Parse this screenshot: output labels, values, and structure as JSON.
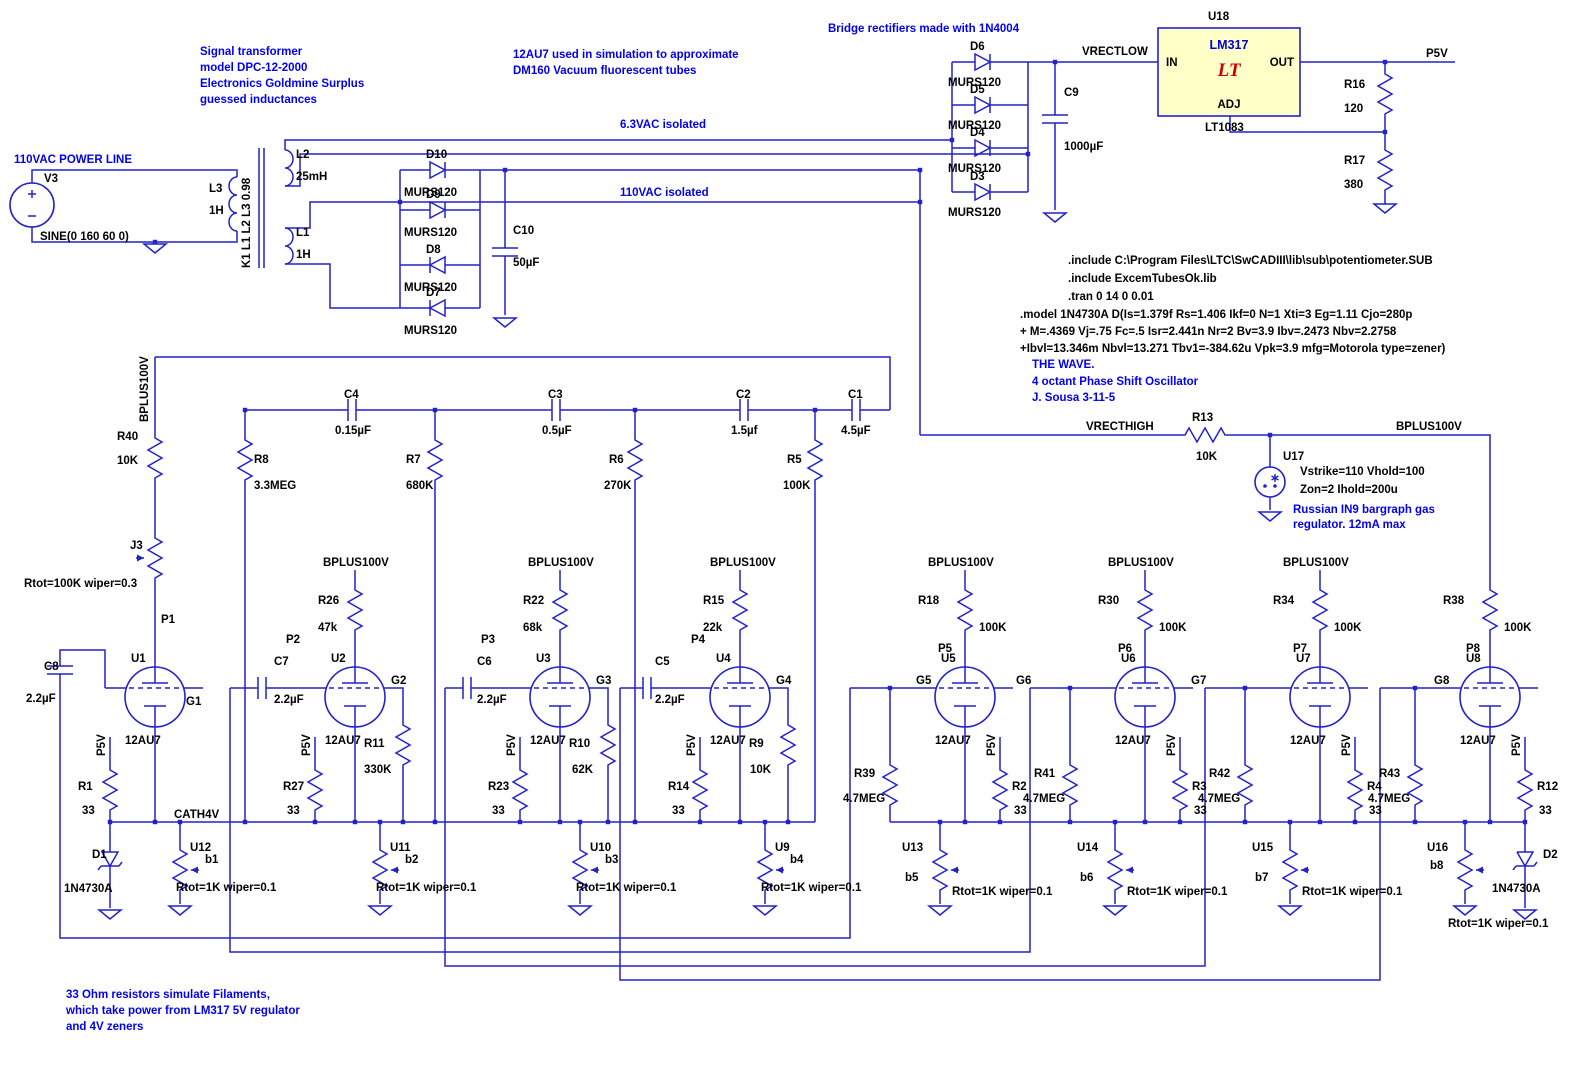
{
  "notes": {
    "transformer": [
      "Signal transformer",
      "model DPC-12-2000",
      "Electronics Goldmine Surplus",
      "guessed inductances"
    ],
    "tubes": [
      "12AU7 used in simulation to approximate",
      "DM160 Vacuum fluorescent tubes"
    ],
    "bridge": "Bridge rectifiers made with 1N4004",
    "power_line": "110VAC POWER LINE",
    "vac63": "6.3VAC isolated",
    "vac110": "110VAC isolated",
    "wave": [
      "THE WAVE.",
      "4 octant Phase Shift Oscillator",
      "J. Sousa 3-11-5"
    ],
    "gas": [
      "Russian IN9  bargraph gas",
      "regulator. 12mA max"
    ],
    "filaments": [
      "33 Ohm resistors simulate Filaments,",
      "which take power from LM317 5V regulator",
      "and 4V zeners"
    ]
  },
  "directives": [
    ".include C:\\Program Files\\LTC\\SwCADIII\\lib\\sub\\potentiometer.SUB",
    ".include ExcemTubesOk.lib",
    ".tran 0 14 0 0.01",
    ".model 1N4730A D(Is=1.379f Rs=1.406 Ikf=0 N=1 Xti=3 Eg=1.11 Cjo=280p",
    "+ M=.4369 Vj=.75 Fc=.5 Isr=2.441n Nr=2 Bv=3.9 Ibv=.2473 Nbv=2.2758",
    "+Ibvl=13.346m Nbvl=13.271 Tbv1=-384.62u Vpk=3.9 mfg=Motorola type=zener)"
  ],
  "nets": {
    "vrectlow": "VRECTLOW",
    "vrecthigh": "VRECTHIGH",
    "bplus": "BPLUS100V",
    "p5v": "P5V",
    "cath4v": "CATH4V",
    "p": [
      "P1",
      "P2",
      "P3",
      "P4",
      "P5",
      "P6",
      "P7",
      "P8"
    ],
    "g": [
      "G1",
      "G2",
      "G3",
      "G4",
      "G5",
      "G6",
      "G7",
      "G8"
    ],
    "b": [
      "b1",
      "b2",
      "b3",
      "b4",
      "b5",
      "b6",
      "b7",
      "b8"
    ]
  },
  "colors": {
    "wire": "#2222CC",
    "comment": "#0000F0",
    "regulator_fill": "#FFFFC8",
    "logo_red": "#CC0000"
  },
  "components": {
    "v3": {
      "name": "V3",
      "value": "SINE(0 160 60 0)"
    },
    "l3": {
      "name": "L3",
      "value": "1H"
    },
    "l2": {
      "name": "L2",
      "value": "25mH"
    },
    "l1": {
      "name": "L1",
      "value": "1H"
    },
    "k1": {
      "value": "K1 L1 L2 L3 0.98"
    },
    "d10": {
      "name": "D10",
      "value": "MURS120"
    },
    "d9": {
      "name": "D9",
      "value": "MURS120"
    },
    "d8": {
      "name": "D8",
      "value": "MURS120"
    },
    "d7": {
      "name": "D7",
      "value": "MURS120"
    },
    "d6": {
      "name": "D6",
      "value": "MURS120"
    },
    "d5": {
      "name": "D5",
      "value": "MURS120"
    },
    "d4": {
      "name": "D4",
      "value": "MURS120"
    },
    "d3": {
      "name": "D3",
      "value": "MURS120"
    },
    "c10": {
      "name": "C10",
      "value": "50µF"
    },
    "c9": {
      "name": "C9",
      "value": "1000µF"
    },
    "u18": {
      "name": "U18",
      "part": "LM317",
      "logo": "LT",
      "pin_in": "IN",
      "pin_out": "OUT",
      "pin_adj": "ADJ",
      "sub": "LT1083"
    },
    "r16": {
      "name": "R16",
      "value": "120"
    },
    "r17": {
      "name": "R17",
      "value": "380"
    },
    "r13": {
      "name": "R13",
      "value": "10K"
    },
    "u17": {
      "name": "U17",
      "line1": "Vstrike=110 Vhold=100",
      "line2": "Zon=2 Ihold=200u"
    },
    "r40": {
      "name": "R40",
      "value": "10K"
    },
    "j3": {
      "name": "J3",
      "value": "Rtot=100K wiper=0.3"
    },
    "c8": {
      "name": "C8",
      "value": "2.2µF"
    },
    "c4": {
      "name": "C4",
      "value": "0.15µF"
    },
    "c3": {
      "name": "C3",
      "value": "0.5µF"
    },
    "c2": {
      "name": "C2",
      "value": "1.5µf"
    },
    "c1": {
      "name": "C1",
      "value": "4.5µF"
    },
    "r8": {
      "name": "R8",
      "value": "3.3MEG"
    },
    "r7": {
      "name": "R7",
      "value": "680K"
    },
    "r6": {
      "name": "R6",
      "value": "270K"
    },
    "r5": {
      "name": "R5",
      "value": "100K"
    },
    "r26": {
      "name": "R26",
      "value": "47k"
    },
    "r22": {
      "name": "R22",
      "value": "68k"
    },
    "r15": {
      "name": "R15",
      "value": "22k"
    },
    "r18": {
      "name": "R18",
      "value": "100K"
    },
    "r30": {
      "name": "R30",
      "value": "100K"
    },
    "r34": {
      "name": "R34",
      "value": "100K"
    },
    "r38": {
      "name": "R38",
      "value": "100K"
    },
    "c7": {
      "name": "C7",
      "value": "2.2µF"
    },
    "c6": {
      "name": "C6",
      "value": "2.2µF"
    },
    "c5": {
      "name": "C5",
      "value": "2.2µF"
    },
    "u1": {
      "name": "U1",
      "value": "12AU7"
    },
    "u2": {
      "name": "U2",
      "value": "12AU7"
    },
    "u3": {
      "name": "U3",
      "value": "12AU7"
    },
    "u4": {
      "name": "U4",
      "value": "12AU7"
    },
    "u5": {
      "name": "U5",
      "value": "12AU7"
    },
    "u6": {
      "name": "U6",
      "value": "12AU7"
    },
    "u7": {
      "name": "U7",
      "value": "12AU7"
    },
    "u8": {
      "name": "U8",
      "value": "12AU7"
    },
    "r11": {
      "name": "R11",
      "value": "330K"
    },
    "r10": {
      "name": "R10",
      "value": "62K"
    },
    "r9": {
      "name": "R9",
      "value": "10K"
    },
    "r39": {
      "name": "R39",
      "value": "4.7MEG"
    },
    "r41": {
      "name": "R41",
      "value": "4.7MEG"
    },
    "r42": {
      "name": "R42",
      "value": "4.7MEG"
    },
    "r43": {
      "name": "R43",
      "value": "4.7MEG"
    },
    "r1": {
      "name": "R1",
      "value": "33"
    },
    "r27": {
      "name": "R27",
      "value": "33"
    },
    "r23": {
      "name": "R23",
      "value": "33"
    },
    "r14": {
      "name": "R14",
      "value": "33"
    },
    "r2": {
      "name": "R2",
      "value": "33"
    },
    "r3": {
      "name": "R3",
      "value": "33"
    },
    "r4": {
      "name": "R4",
      "value": "33"
    },
    "r12": {
      "name": "R12",
      "value": "33"
    },
    "d1": {
      "name": "D1",
      "value": "1N4730A"
    },
    "d2": {
      "name": "D2",
      "value": "1N4730A"
    },
    "u12": {
      "name": "U12",
      "value": "Rtot=1K wiper=0.1"
    },
    "u11": {
      "name": "U11",
      "value": "Rtot=1K wiper=0.1"
    },
    "u10": {
      "name": "U10",
      "value": "Rtot=1K wiper=0.1"
    },
    "u9": {
      "name": "U9",
      "value": "Rtot=1K wiper=0.1"
    },
    "u13": {
      "name": "U13",
      "value": "Rtot=1K wiper=0.1"
    },
    "u14": {
      "name": "U14",
      "value": "Rtot=1K wiper=0.1"
    },
    "u15": {
      "name": "U15",
      "value": "Rtot=1K wiper=0.1"
    },
    "u16": {
      "name": "U16",
      "value": "Rtot=1K wiper=0.1"
    }
  }
}
